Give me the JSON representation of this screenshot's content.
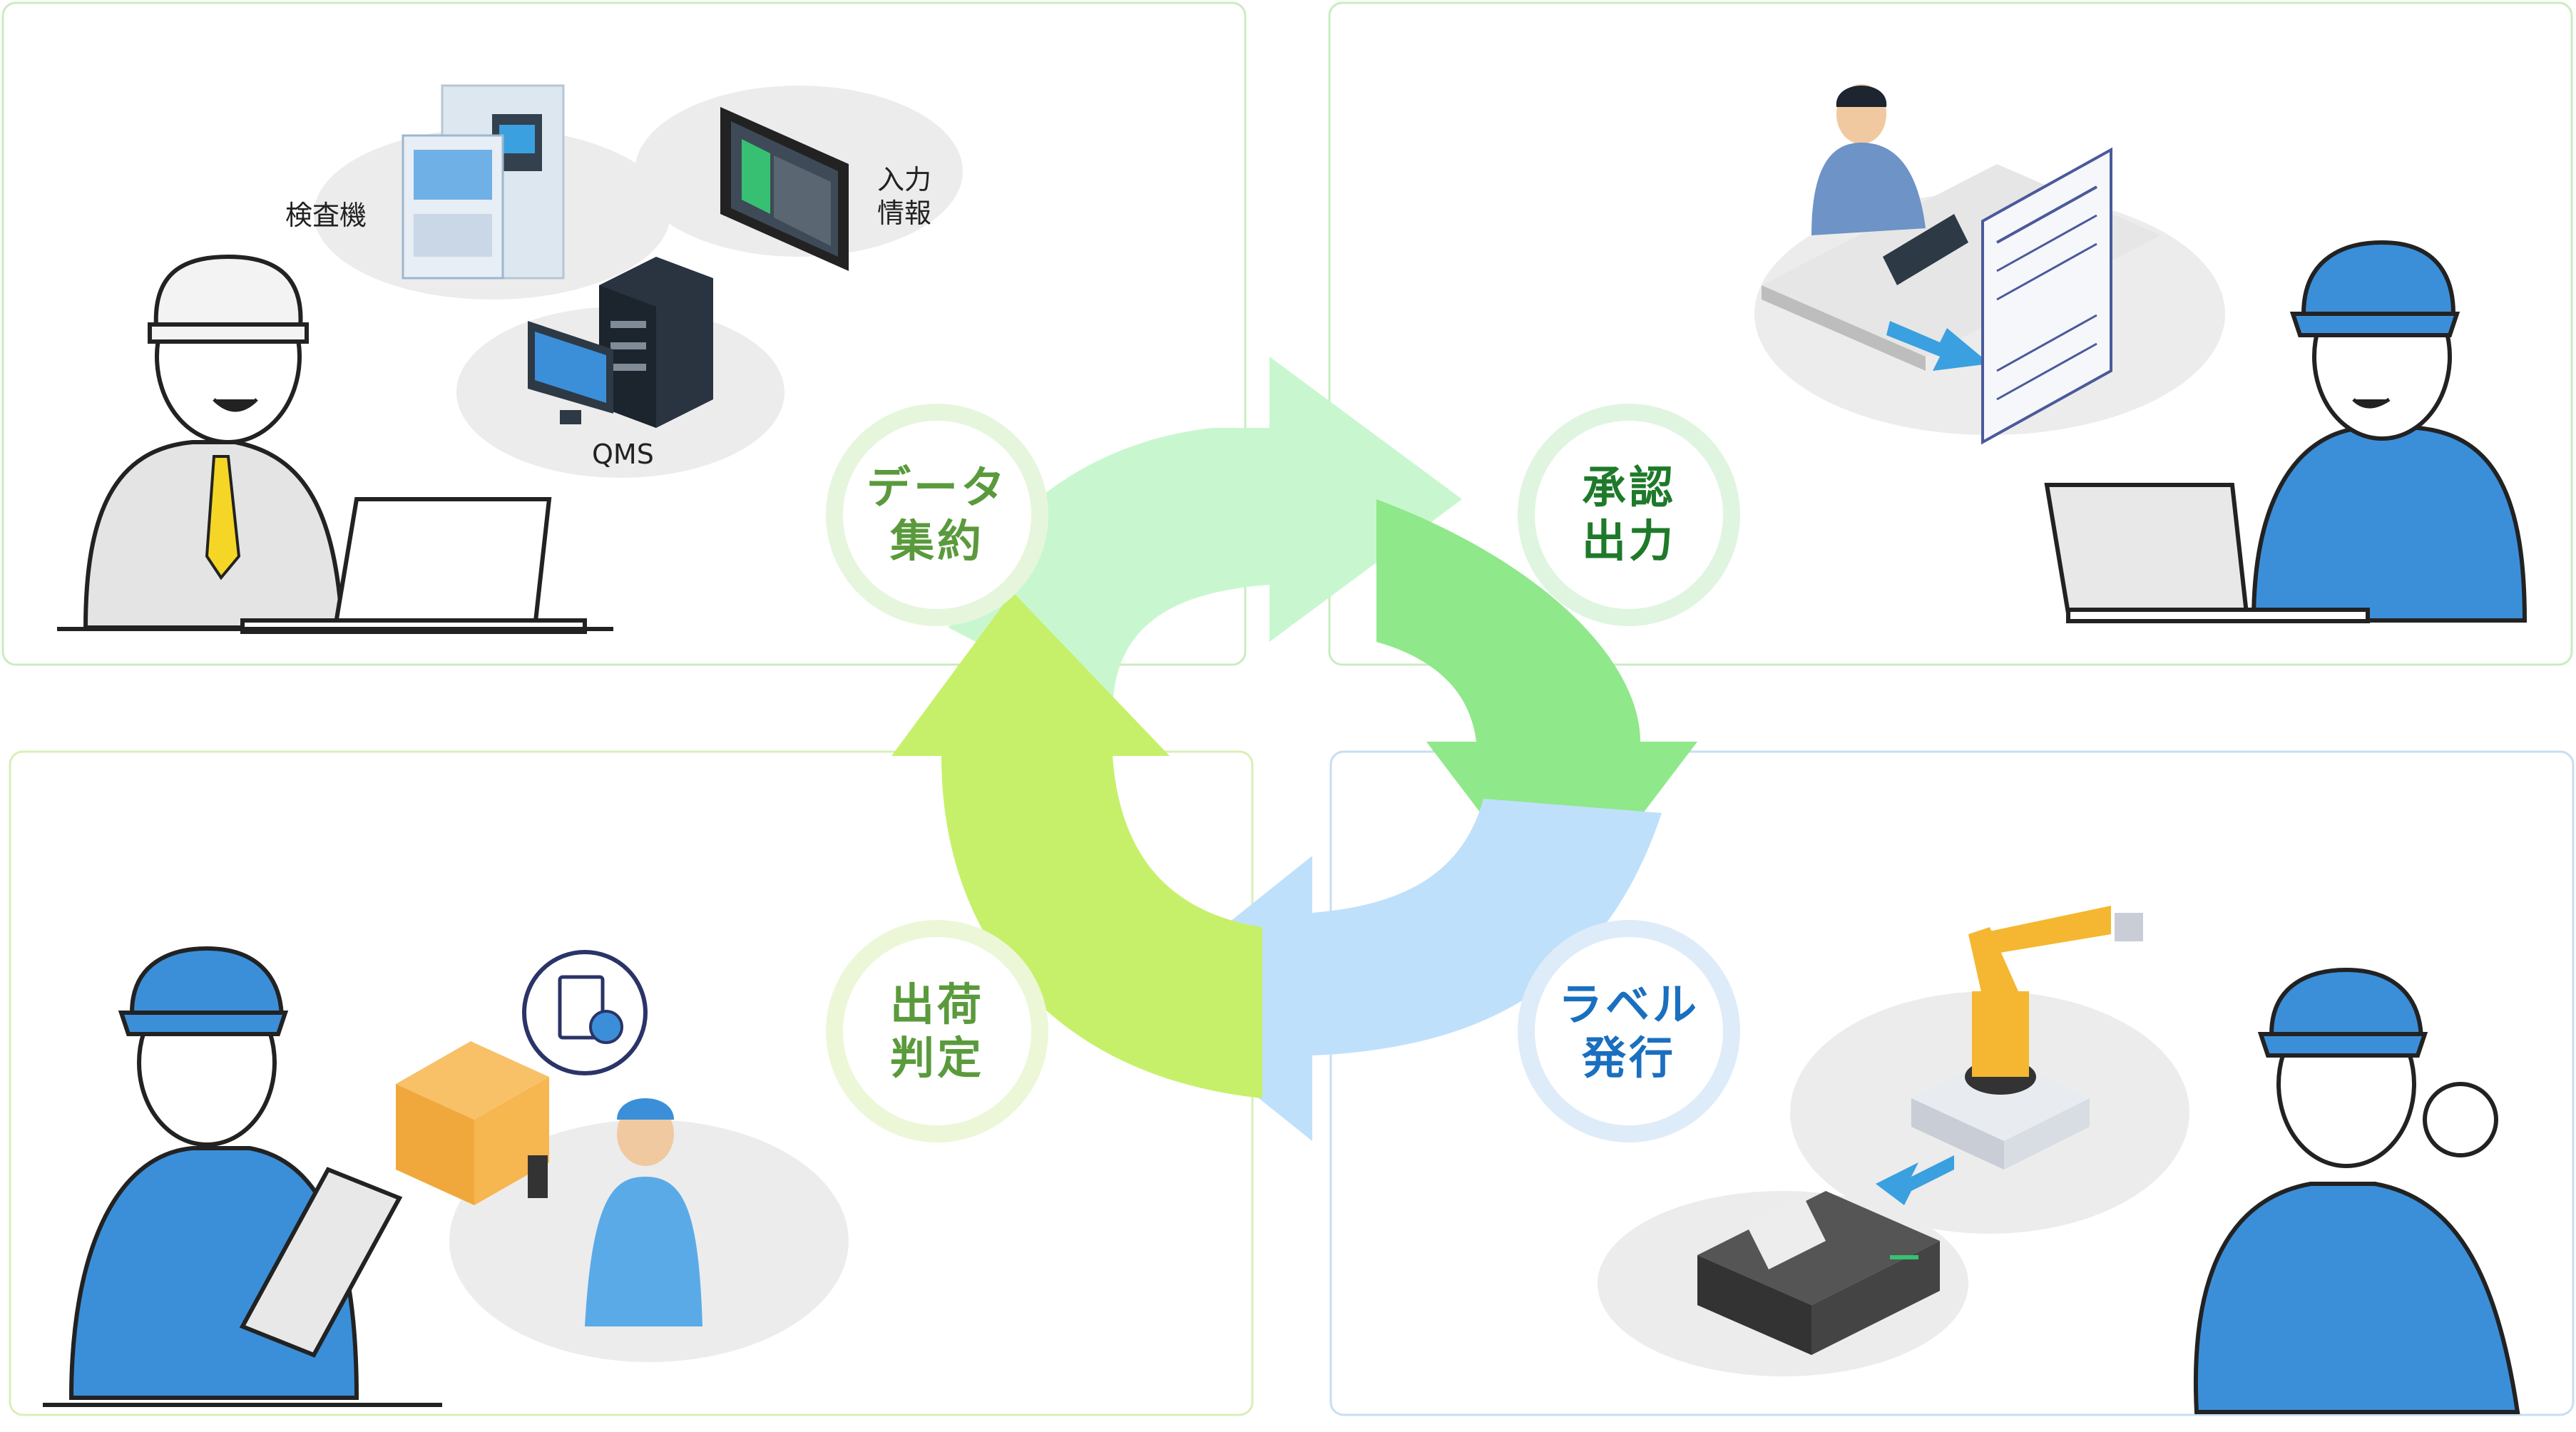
{
  "steps": {
    "collect": {
      "line1": "データ",
      "line2": "集約",
      "color": "#5a9a3c"
    },
    "approve": {
      "line1": "承認",
      "line2": "出力",
      "color": "#1e7a2a"
    },
    "label": {
      "line1": "ラベル",
      "line2": "発行",
      "color": "#1a6fbf"
    },
    "ship": {
      "line1": "出荷",
      "line2": "判定",
      "color": "#5a9a3c"
    }
  },
  "scene_labels": {
    "inspection_machine": "検査機",
    "input_info_line1": "入力",
    "input_info_line2": "情報",
    "qms": "QMS"
  },
  "colors": {
    "arrow_light_green": "#c8f7cf",
    "arrow_green": "#8fe88a",
    "arrow_lime": "#c6f06a",
    "arrow_blue": "#bfe0fb",
    "panel_border_green": "#c9ecc0",
    "panel_border_blue": "#c7def2",
    "worker_blue": "#3b8fd9"
  }
}
